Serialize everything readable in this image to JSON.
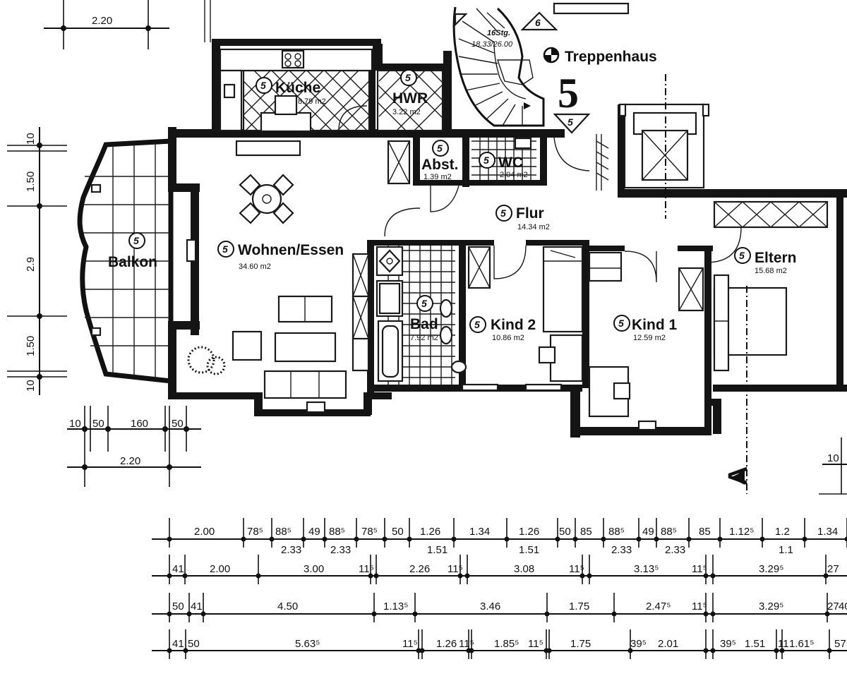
{
  "rooms": {
    "kueche": {
      "marker": "5",
      "name": "Küche",
      "area": "8.79 m2"
    },
    "hwr": {
      "marker": "5",
      "name": "HWR",
      "area": "3.22 m2"
    },
    "abst": {
      "marker": "5",
      "name": "Abst.",
      "area": "1.39 m2"
    },
    "wc": {
      "marker": "5",
      "name": "WC",
      "area": "2.04 m2"
    },
    "flur": {
      "marker": "5",
      "name": "Flur",
      "area": "14.34 m2"
    },
    "wohnen": {
      "marker": "5",
      "name": "Wohnen/Essen",
      "area": "34.60 m2"
    },
    "balkon": {
      "marker": "5",
      "name": "Balkon"
    },
    "bad": {
      "marker": "5",
      "name": "Bad",
      "area": "7.92 m2"
    },
    "kind2": {
      "marker": "5",
      "name": "Kind 2",
      "area": "10.86 m2"
    },
    "kind1": {
      "marker": "5",
      "name": "Kind 1",
      "area": "12.59 m2"
    },
    "eltern": {
      "marker": "5",
      "name": "Eltern",
      "area": "15.68 m2"
    }
  },
  "stair": {
    "label": "Treppenhaus",
    "number": "5",
    "steps": "16Stg.",
    "step_size": "18.33/26.00",
    "triangle_top": "6",
    "triangle_bottom": "5"
  },
  "section_mark": {
    "label": "A"
  },
  "left_dims": {
    "top_row": [
      "2.20"
    ],
    "vertical": [
      "10",
      "1.50",
      "2.9",
      "1.50",
      "10"
    ],
    "bottom_row1": [
      "10",
      "50",
      "160",
      "50"
    ],
    "bottom_row2": [
      "2.20"
    ]
  },
  "right_dims": {
    "partial": "10"
  },
  "bottom_dims": {
    "row1_top": [
      "2.00",
      "78⁵",
      "88⁵",
      "49",
      "88⁵",
      "78⁵",
      "50",
      "1.26",
      "1.34",
      "1.26",
      "50",
      "85",
      "88⁵",
      "49",
      "88⁵",
      "85",
      "1.12⁵",
      "1.2",
      "1.34"
    ],
    "row1_sub": [
      "2.33",
      "2.33",
      "1.51",
      "1.51",
      "2.33",
      "2.33",
      "1.1"
    ],
    "row2": [
      "41",
      "2.00",
      "3.00",
      "11⁵",
      "2.26",
      "11⁵",
      "3.08",
      "11⁵",
      "3.13⁵",
      "11⁵",
      "3.29⁵",
      "27"
    ],
    "row3": [
      "50",
      "41",
      "4.50",
      "1.13⁵",
      "3.46",
      "1.75",
      "2.47⁵",
      "11⁵",
      "3.29⁵",
      "27",
      "40"
    ],
    "row4": [
      "41",
      "50",
      "5.63⁵",
      "11⁵",
      "1.26",
      "11⁵",
      "1.85⁵",
      "11⁵",
      "1.75",
      "39⁵",
      "2.01",
      "39⁵",
      "1.51",
      "11",
      "1.61⁵",
      "57"
    ]
  }
}
